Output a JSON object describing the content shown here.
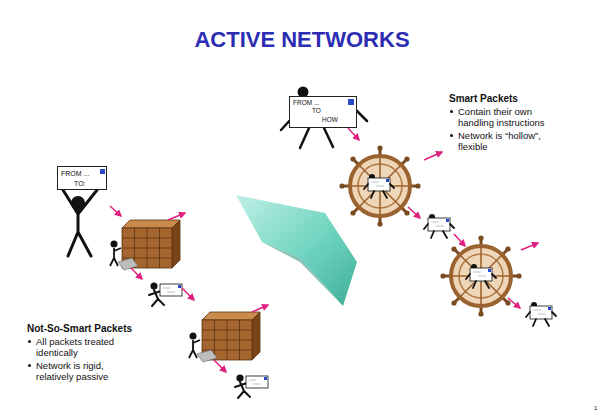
{
  "diagram": {
    "title": "ACTIVE NETWORKS",
    "nodes": [
      {
        "text": [
          "FROM ...",
          "TO:"
        ]
      },
      {
        "text": [
          "FROM ...",
          "TO",
          "HOW"
        ]
      }
    ],
    "labels": [
      "Not-So-Smart Packets",
      "All packets treated identically",
      "Network is rigid, relatively passive",
      "Smart Packets",
      "Contain their own handling instructions",
      "Network is “hollow”, flexible",
      "1"
    ]
  }
}
